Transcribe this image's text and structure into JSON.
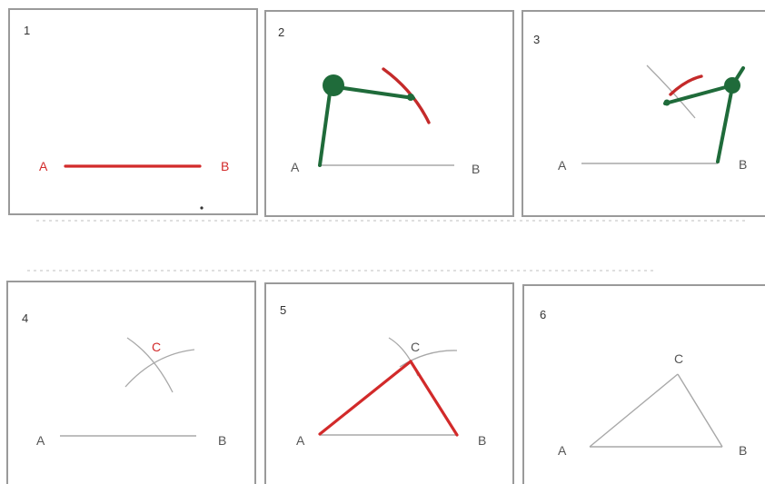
{
  "diagram": {
    "steps": [
      {
        "number": "1",
        "labels": {
          "A": "A",
          "B": "B"
        }
      },
      {
        "number": "2",
        "labels": {
          "A": "A",
          "B": "B"
        }
      },
      {
        "number": "3",
        "labels": {
          "A": "A",
          "B": "B"
        }
      },
      {
        "number": "4",
        "labels": {
          "A": "A",
          "B": "B",
          "C": "C"
        }
      },
      {
        "number": "5",
        "labels": {
          "A": "A",
          "B": "B",
          "C": "C"
        }
      },
      {
        "number": "6",
        "labels": {
          "A": "A",
          "B": "B",
          "C": "C"
        }
      }
    ],
    "colors": {
      "label_default": "#555555",
      "label_highlight": "#d22a2a",
      "segment_highlight": "#d22a2a",
      "compass": "#1f6b3a",
      "construction": "#a8a8a8"
    }
  }
}
